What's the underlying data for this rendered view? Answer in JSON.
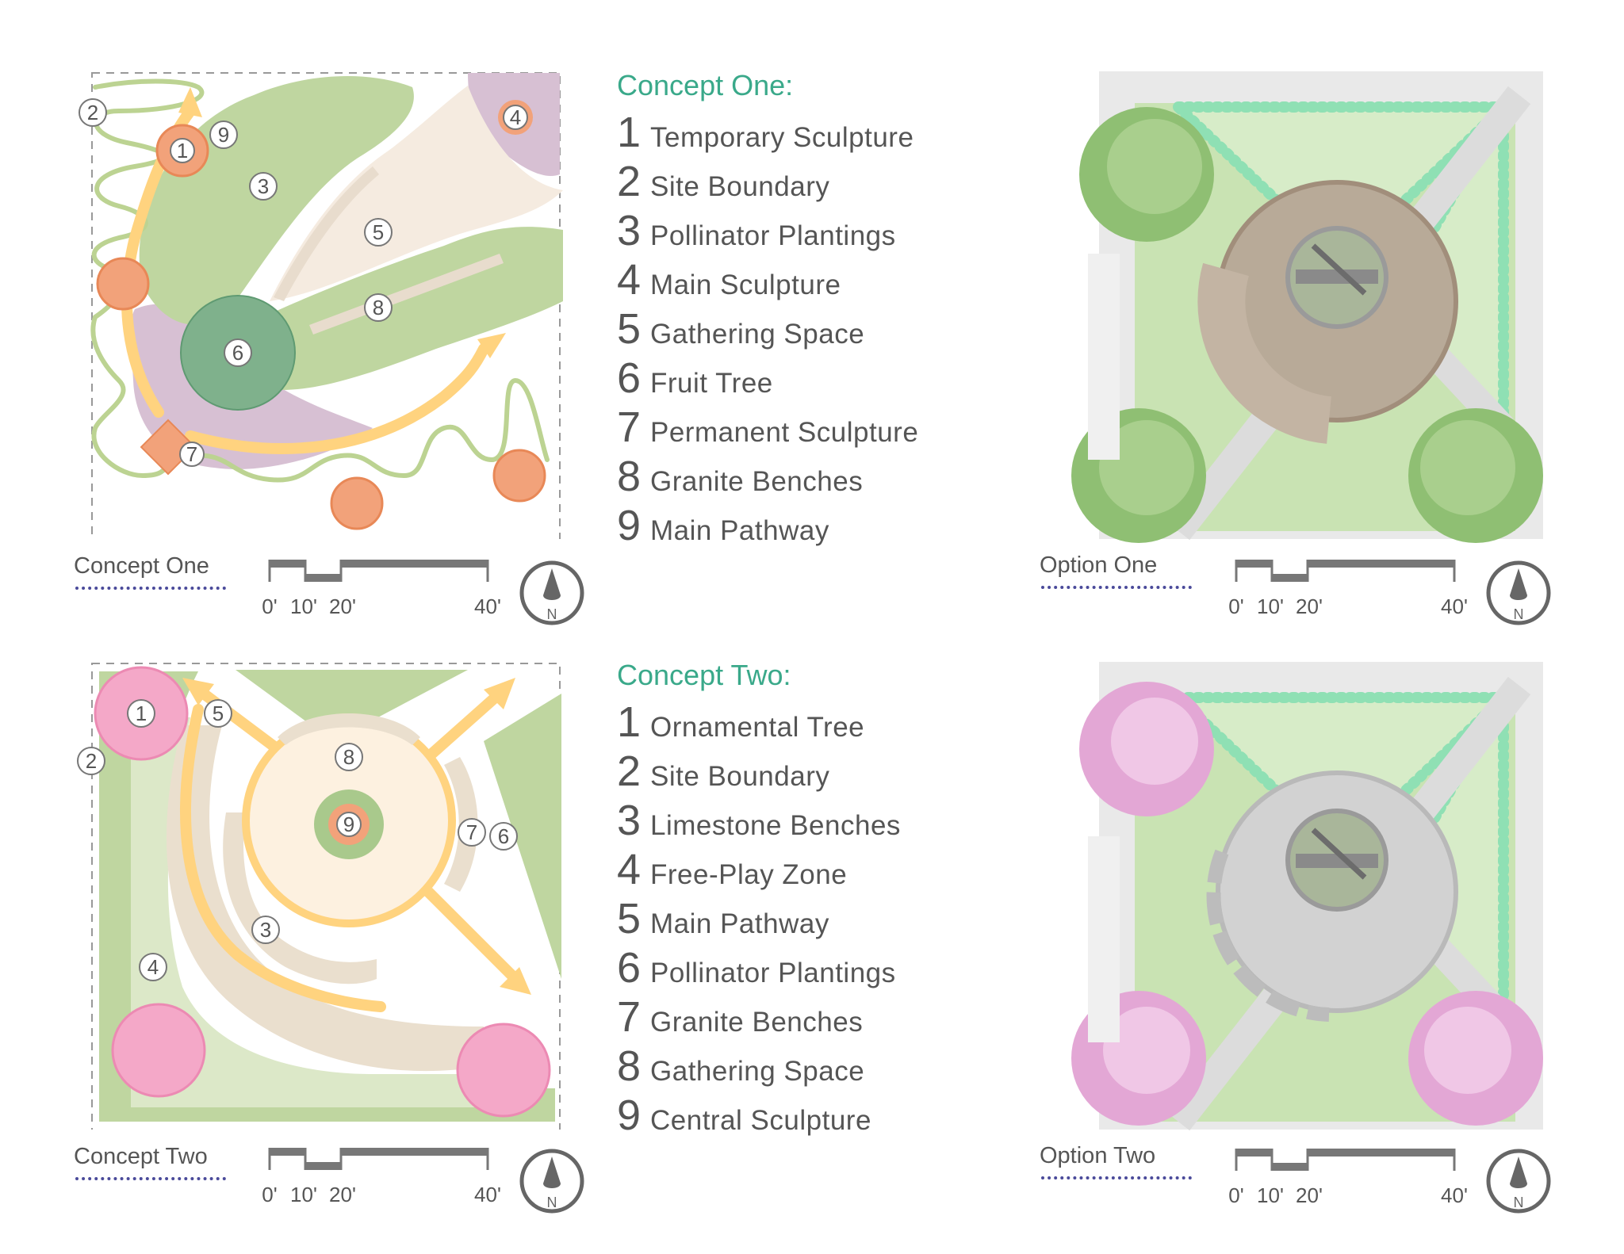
{
  "concepts": [
    {
      "heading": "Concept One:",
      "caption": "Concept One",
      "items": [
        {
          "num": "1",
          "label": "Temporary Sculpture"
        },
        {
          "num": "2",
          "label": "Site Boundary"
        },
        {
          "num": "3",
          "label": "Pollinator Plantings"
        },
        {
          "num": "4",
          "label": "Main Sculpture"
        },
        {
          "num": "5",
          "label": "Gathering Space"
        },
        {
          "num": "6",
          "label": "Fruit Tree"
        },
        {
          "num": "7",
          "label": "Permanent Sculpture"
        },
        {
          "num": "8",
          "label": "Granite Benches"
        },
        {
          "num": "9",
          "label": "Main Pathway"
        }
      ],
      "markers": [
        "1",
        "2",
        "3",
        "4",
        "5",
        "6",
        "7",
        "8",
        "9"
      ]
    },
    {
      "heading": "Concept Two:",
      "caption": "Concept Two",
      "items": [
        {
          "num": "1",
          "label": "Ornamental Tree"
        },
        {
          "num": "2",
          "label": "Site Boundary"
        },
        {
          "num": "3",
          "label": "Limestone Benches"
        },
        {
          "num": "4",
          "label": "Free-Play Zone"
        },
        {
          "num": "5",
          "label": "Main Pathway"
        },
        {
          "num": "6",
          "label": "Pollinator Plantings"
        },
        {
          "num": "7",
          "label": "Granite Benches"
        },
        {
          "num": "8",
          "label": "Gathering Space"
        },
        {
          "num": "9",
          "label": "Central Sculpture"
        }
      ],
      "markers": [
        "1",
        "2",
        "3",
        "4",
        "5",
        "6",
        "7",
        "8",
        "9"
      ]
    }
  ],
  "options": [
    {
      "caption": "Option One"
    },
    {
      "caption": "Option Two"
    }
  ],
  "scale_bar": {
    "labels": [
      "0'",
      "10'",
      "20'",
      "40'"
    ]
  },
  "north_arrow": {
    "letter": "N"
  },
  "colors": {
    "heading": "#3aa98a",
    "orange": "#f2a27a",
    "pink": "#f4a8c8",
    "green_dark": "#7fb18c",
    "green_light": "#b9d39a",
    "path": "#ffd37f",
    "purple": "#d7c0d3",
    "cream": "#f6ebe0"
  }
}
